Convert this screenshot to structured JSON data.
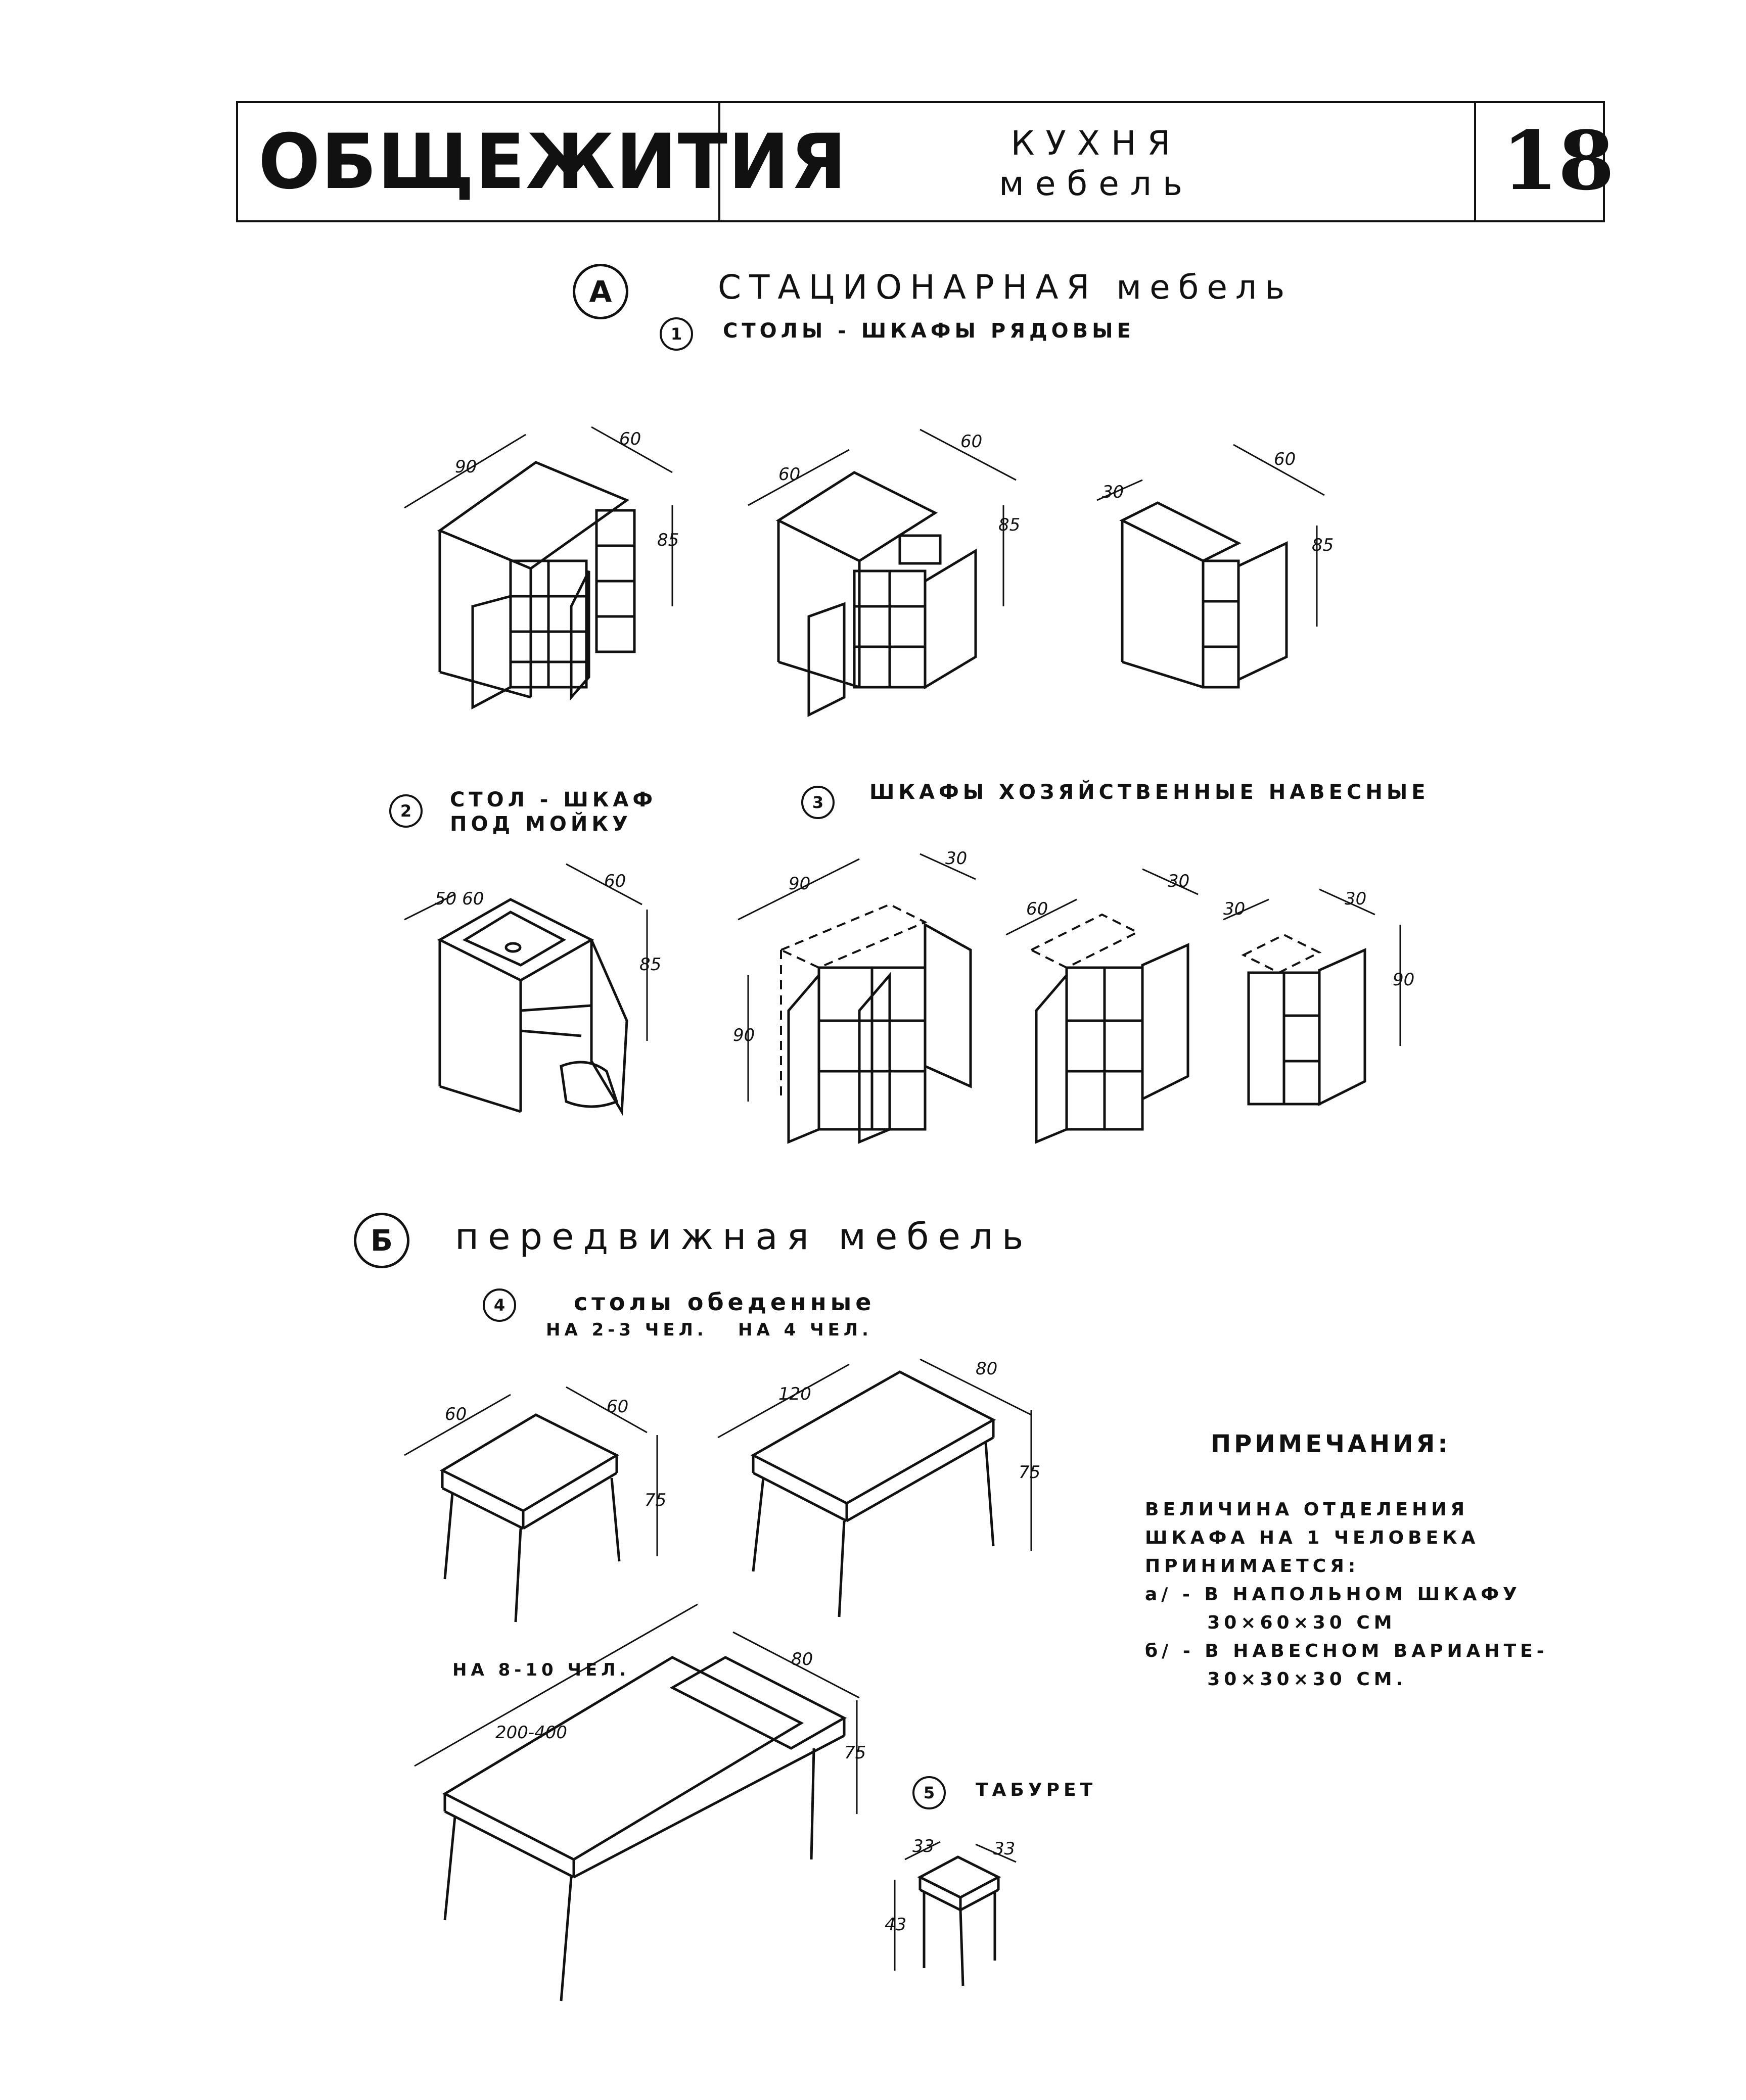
{
  "header": {
    "title": "ОБЩЕЖИТИЯ",
    "subtitle_line1": "КУХНЯ",
    "subtitle_line2": "мебель",
    "page_number": "18"
  },
  "section_a": {
    "marker": "А",
    "title": "СТАЦИОНАРНАЯ мебель",
    "item1_marker": "1",
    "item1_label": "СТОЛЫ - ШКАФЫ  РЯДОВЫЕ",
    "item2_marker": "2",
    "item2_label_line1": "СТОЛ - ШКАФ",
    "item2_label_line2": "ПОД  МОЙКУ",
    "item3_marker": "3",
    "item3_label": "ШКАФЫ ХОЗЯЙСТВЕННЫЕ  НАВЕСНЫЕ"
  },
  "section_b": {
    "marker": "Б",
    "title": "передвижная мебель",
    "item4_marker": "4",
    "item4_label": "столы обеденные",
    "item4_sub1": "НА 2-3 ЧЕЛ.",
    "item4_sub2": "НА 4 ЧЕЛ.",
    "item4_sub3": "НА 8-10 ЧЕЛ.",
    "item5_marker": "5",
    "item5_label": "ТАБУРЕТ"
  },
  "dimensions": {
    "d90": "90",
    "d60": "60",
    "d85": "85",
    "d30": "30",
    "d50_60": "50\n60",
    "d75": "75",
    "d80": "80",
    "d120": "120",
    "d200_400": "200-400",
    "d33": "33",
    "d43": "43"
  },
  "notes": {
    "title": "ПРИМЕЧАНИЯ:",
    "text": "ВЕЛИЧИНА ОТДЕЛЕНИЯ\nШКАФА НА 1 ЧЕЛОВЕКА\nПРИНИМАЕТСЯ:\nа/ - В НАПОЛЬНОМ ШКАФУ\n      30×60×30 СМ\nб/ - В НАВЕСНОМ ВАРИАНТЕ-\n      30×30×30 СМ."
  }
}
